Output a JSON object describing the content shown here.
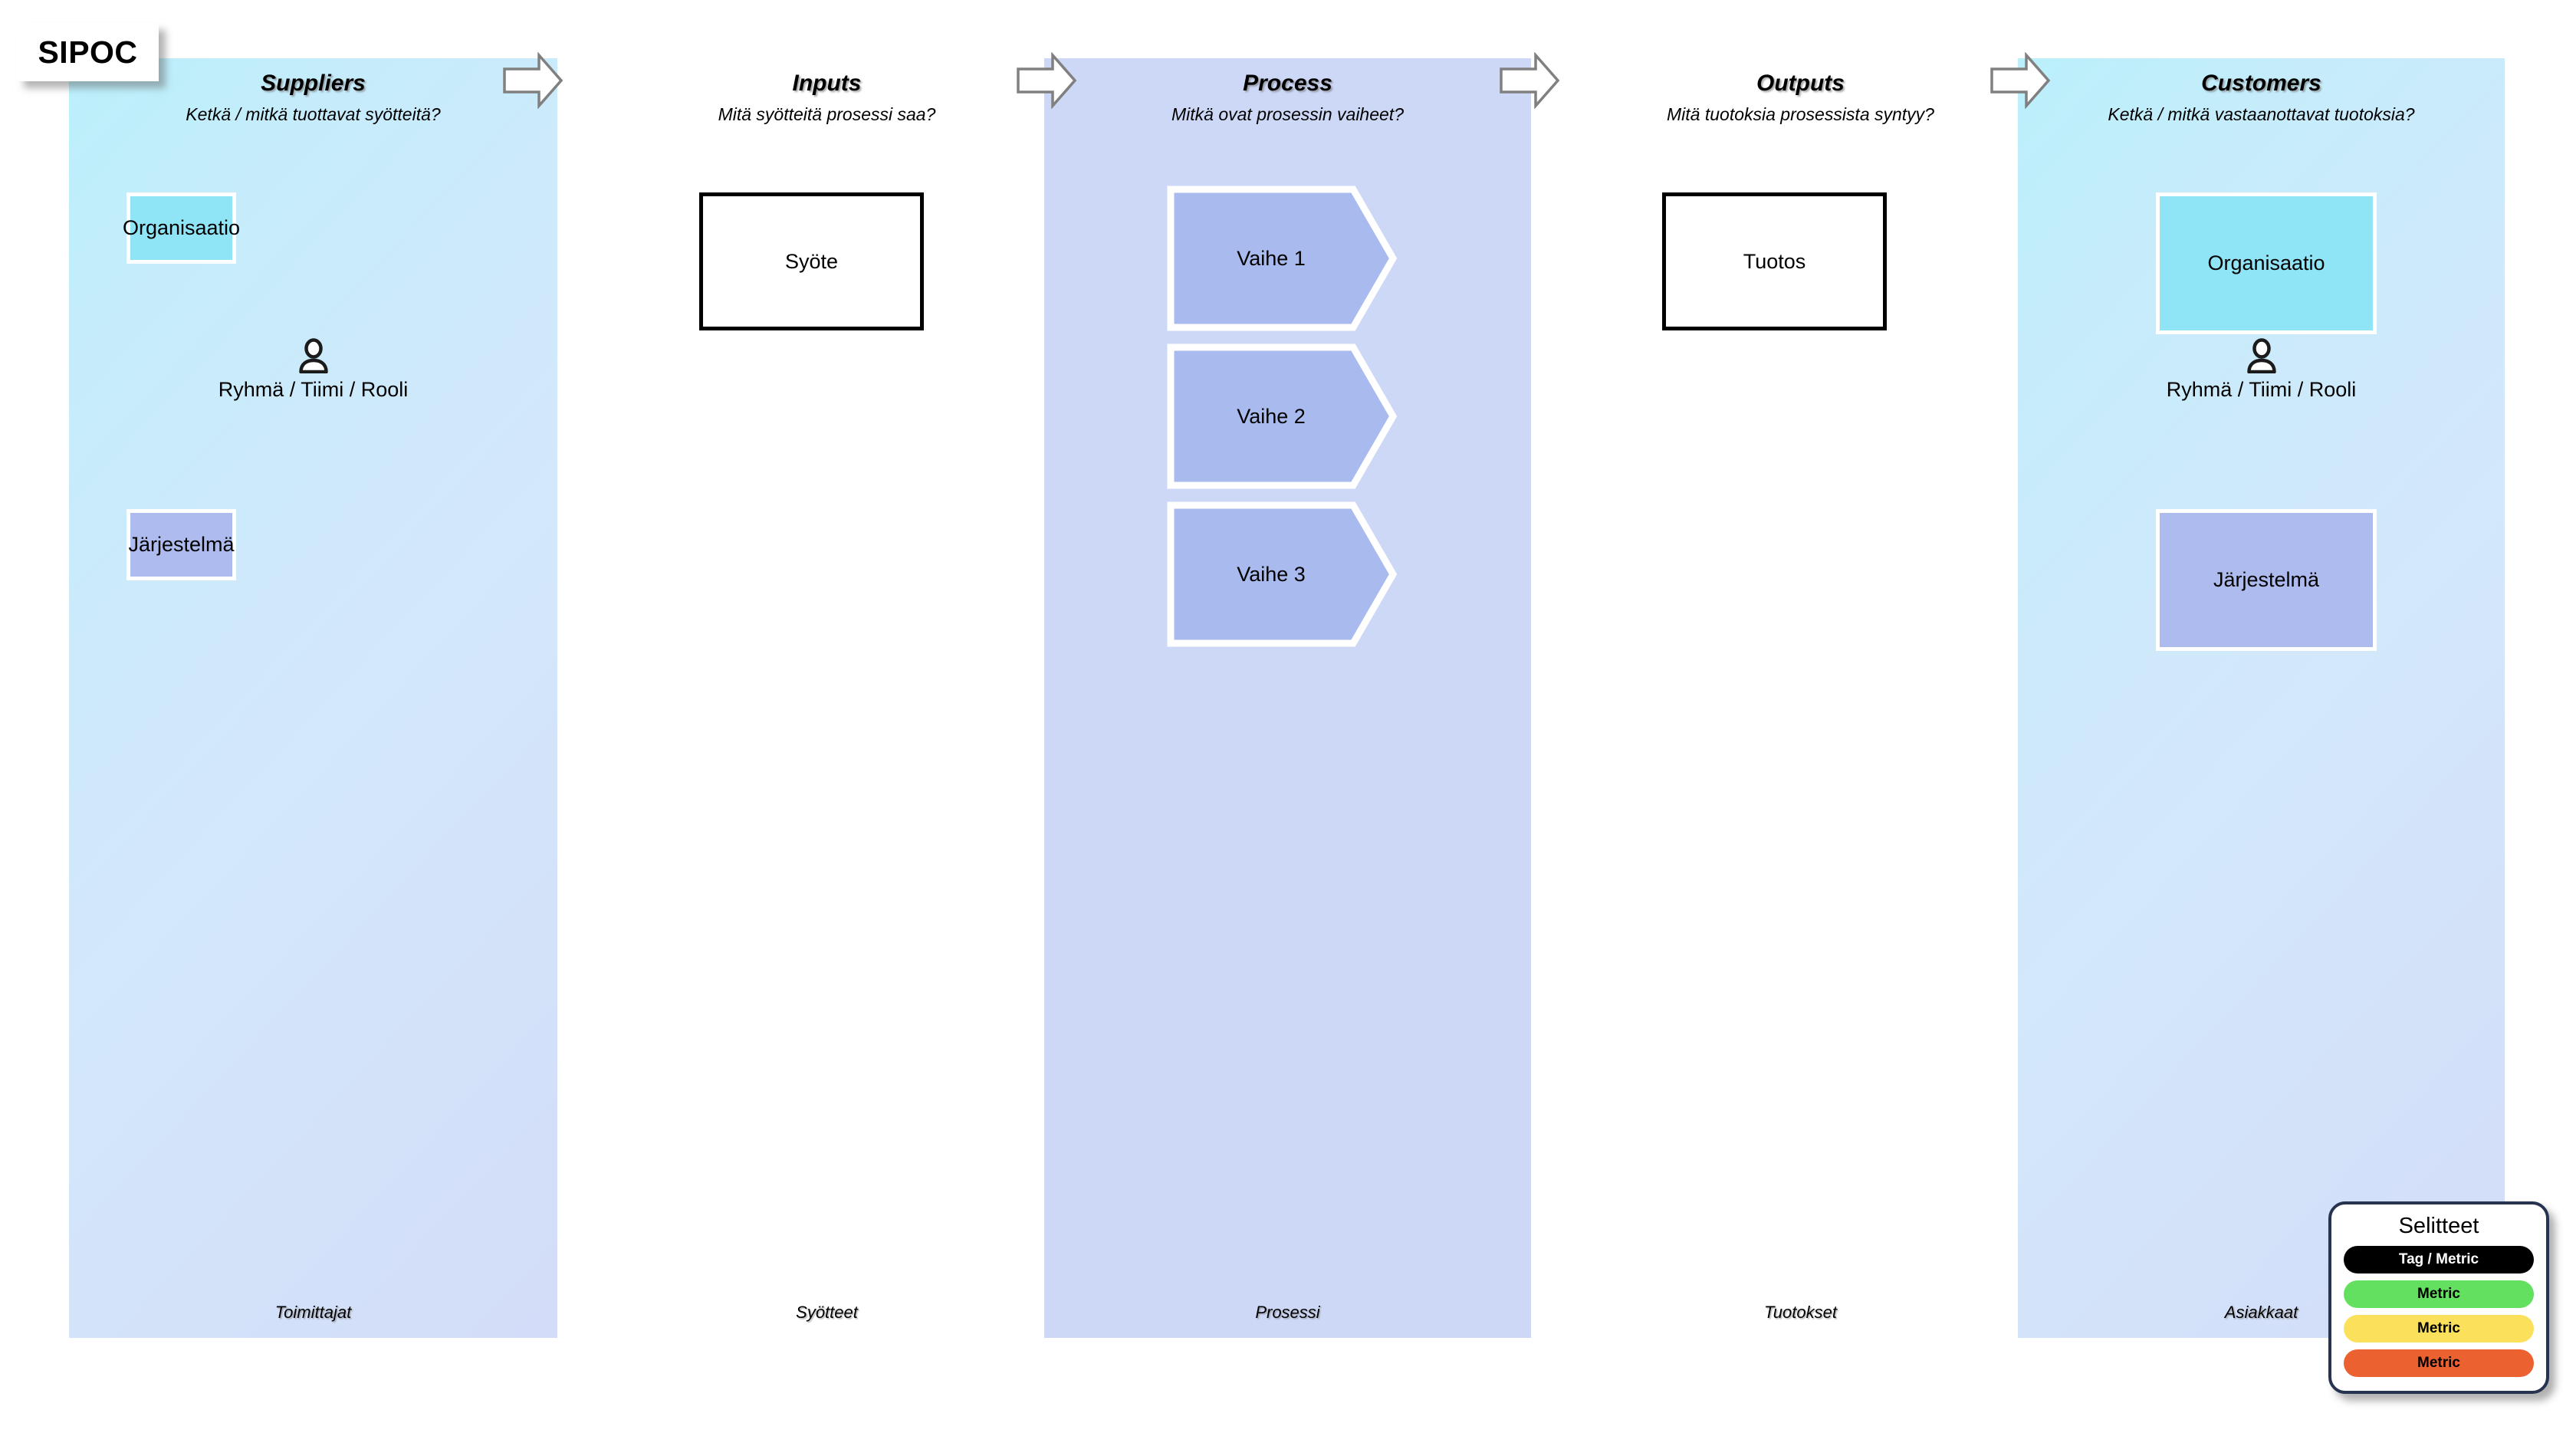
{
  "title_tab": {
    "label": "SIPOC"
  },
  "columns": [
    {
      "key": "suppliers",
      "title": "Suppliers",
      "subtitle": "Ketkä / mitkä tuottavat syötteitä?",
      "footer": "Toimittajat",
      "org_label": "Organisaatio",
      "role_label": "Ryhmä / Tiimi / Rooli",
      "system_label": "Järjestelmä",
      "role_icon": "person-icon"
    },
    {
      "key": "inputs",
      "title": "Inputs",
      "subtitle": "Mitä syötteitä prosessi saa?",
      "footer": "Syötteet",
      "box_label": "Syöte"
    },
    {
      "key": "process",
      "title": "Process",
      "subtitle": "Mitkä ovat prosessin vaiheet?",
      "footer": "Prosessi",
      "steps": [
        "Vaihe 1",
        "Vaihe 2",
        "Vaihe 3"
      ]
    },
    {
      "key": "outputs",
      "title": "Outputs",
      "subtitle": "Mitä tuotoksia prosessista syntyy?",
      "footer": "Tuotokset",
      "box_label": "Tuotos"
    },
    {
      "key": "customers",
      "title": "Customers",
      "subtitle": "Ketkä / mitkä vastaanottavat tuotoksia?",
      "footer": "Asiakkaat",
      "org_label": "Organisaatio",
      "role_label": "Ryhmä / Tiimi / Rooli",
      "system_label": "Järjestelmä",
      "role_icon": "person-icon"
    }
  ],
  "flow_arrows": {
    "icon": "right-arrow-icon",
    "count": 4
  },
  "legend": {
    "title": "Selitteet",
    "items": [
      {
        "label": "Tag / Metric",
        "bg": "#000000",
        "fg": "#ffffff"
      },
      {
        "label": "Metric",
        "bg": "#64e061",
        "fg": "#000000"
      },
      {
        "label": "Metric",
        "bg": "#fbe05c",
        "fg": "#000000"
      },
      {
        "label": "Metric",
        "bg": "#ec6130",
        "fg": "#000000"
      }
    ]
  },
  "palette": {
    "column_cyan_start": "#baf0fb",
    "column_cyan_end": "#d3dcf8",
    "column_periwinkle": "#ccd8f6",
    "node_cyan": "#8fe4f5",
    "node_periwinkle": "#aebbef",
    "chevron_fill": "#a9bbee",
    "arrow_stroke": "#808080",
    "legend_border": "#26344f"
  }
}
